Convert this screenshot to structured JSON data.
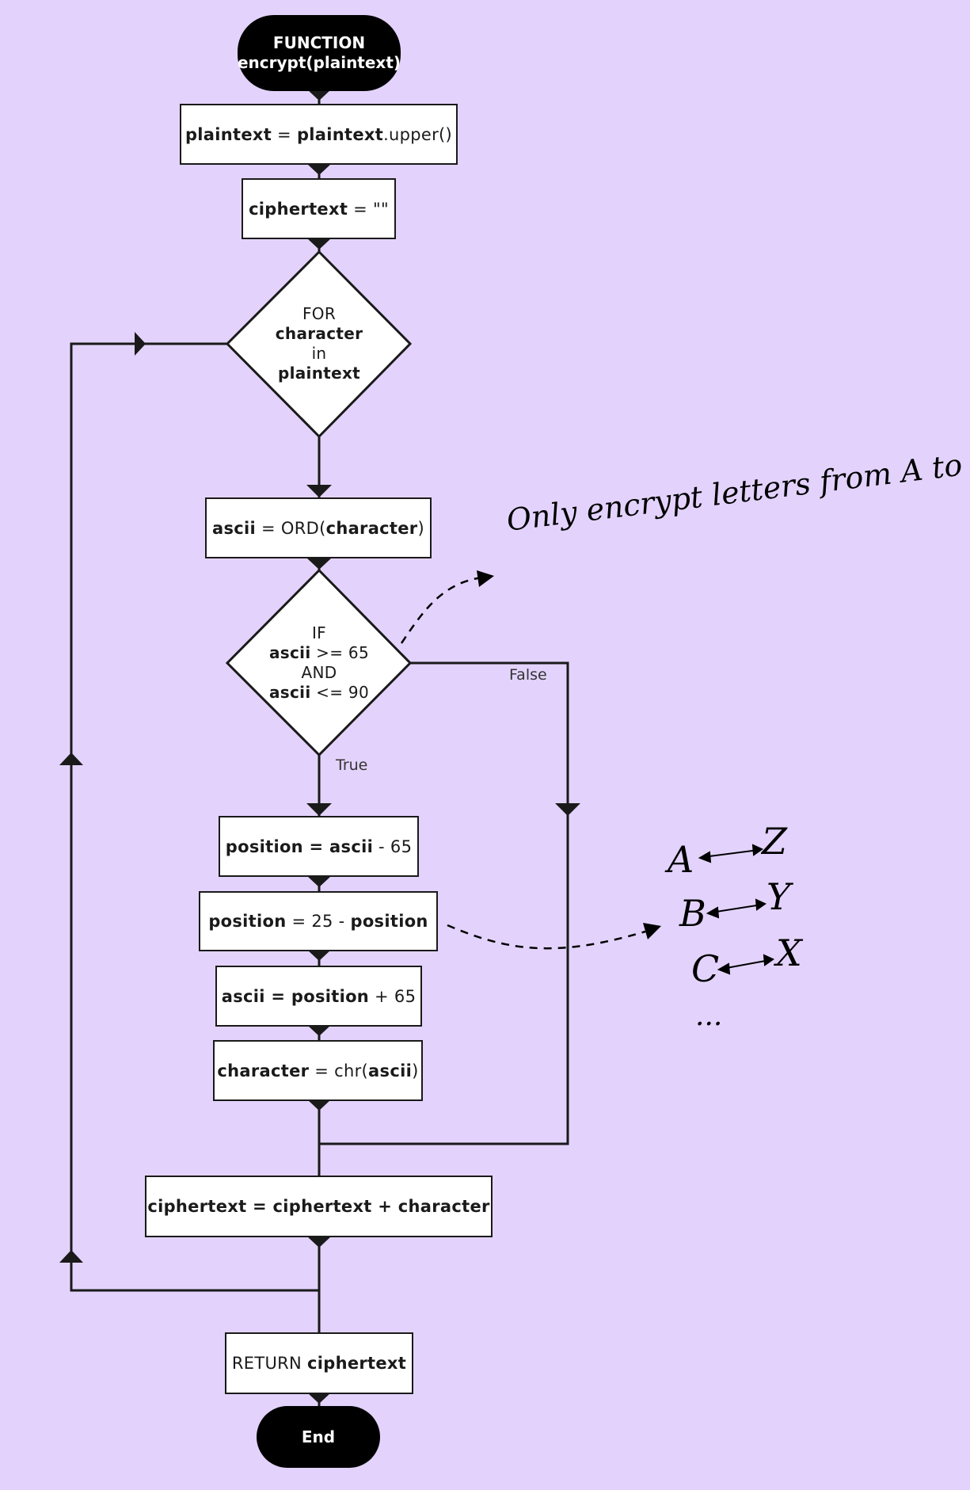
{
  "start": {
    "line1": "FUNCTION",
    "line2": "encrypt(plaintext)"
  },
  "step_upper": {
    "var": "plaintext",
    "eq": " = ",
    "obj": "plaintext",
    "method": ".upper()"
  },
  "step_init": {
    "var": "ciphertext",
    "rest": " = \"\""
  },
  "loop": {
    "kw": "FOR",
    "var": "character",
    "in": "in",
    "iter": "plaintext"
  },
  "step_ord": {
    "var": "ascii",
    "eq": " = ",
    "fn": "ORD(",
    "arg": "character",
    "close": ")"
  },
  "decision": {
    "kw": "IF",
    "v1": "ascii",
    "c1": " >= 65",
    "and": "AND",
    "v2": "ascii",
    "c2": " <= 90"
  },
  "labels": {
    "false": "False",
    "true": "True"
  },
  "step_pos": {
    "lhs": "position = ascii",
    "rest": " - 65"
  },
  "step_rev": {
    "lhs": "position",
    "mid": " = 25 - ",
    "rhs": "position"
  },
  "step_ascii": {
    "lhs": "ascii = position",
    "rest": " + 65"
  },
  "step_chr": {
    "lhs": "character",
    "mid": " = chr(",
    "arg": "ascii",
    "close": ")"
  },
  "step_concat": {
    "text": "ciphertext = ciphertext + character"
  },
  "ret": {
    "kw": "RETURN ",
    "var": "ciphertext"
  },
  "end": {
    "label": "End"
  },
  "annotations": {
    "note": "Only encrypt letters from A to Z",
    "pairs": [
      {
        "left": "A",
        "right": "Z"
      },
      {
        "left": "B",
        "right": "Y"
      },
      {
        "left": "C",
        "right": "X"
      }
    ],
    "ellipsis": "..."
  }
}
